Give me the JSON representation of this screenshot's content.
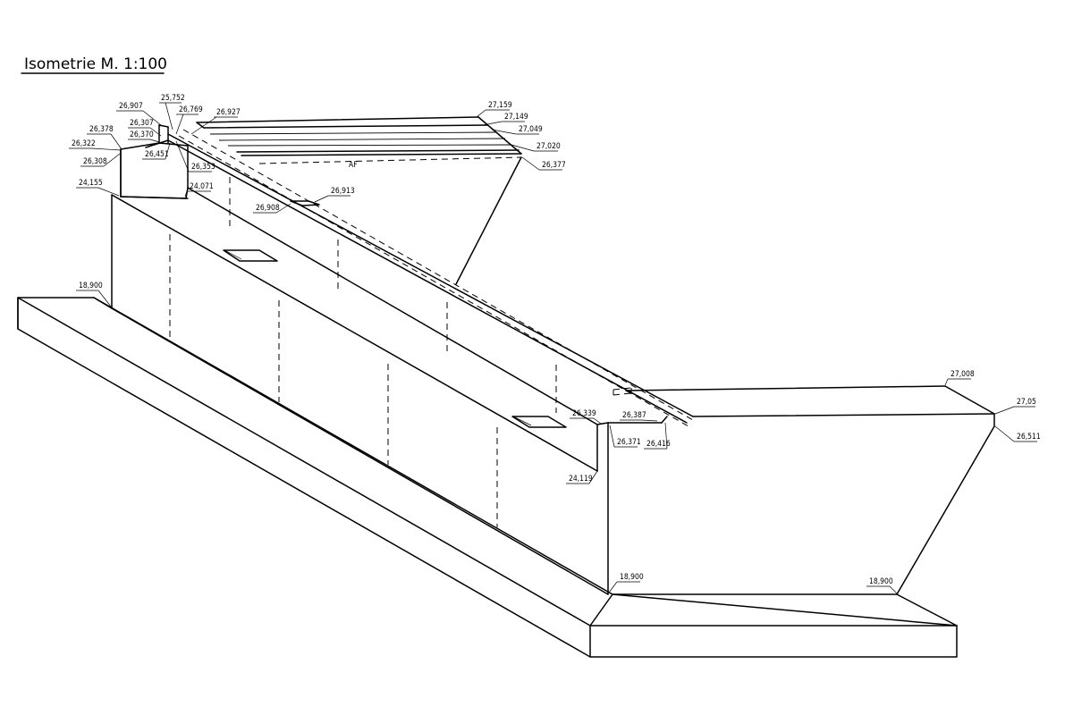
{
  "title": "Isometrie  M. 1:100",
  "elevations": {
    "e25752": "25,752",
    "e26907": "26,907",
    "e26769": "26,769",
    "e26927": "26,927",
    "e26307": "26,307",
    "e26378": "26,378",
    "e26370": "26,370",
    "e26322": "26,322",
    "e26451": "26,451",
    "e26353": "26,353",
    "e26308": "26,308",
    "e24155": "24,155",
    "e24071": "24,071",
    "e26913": "26,913",
    "e26908": "26,908",
    "e27159": "27,159",
    "e27149": "27,149",
    "e27049": "27,049",
    "e27020": "27,020",
    "e26377": "26,377",
    "e18900a": "18,900",
    "e26339": "26,339",
    "e26387": "26,387",
    "e26371": "26,371",
    "e26416": "26,416",
    "e24119": "24,119",
    "e18900b": "18,900",
    "e18900c": "18,900",
    "e27008": "27,008",
    "e2705": "27,05",
    "e26511": "26,511"
  },
  "note": "AF"
}
